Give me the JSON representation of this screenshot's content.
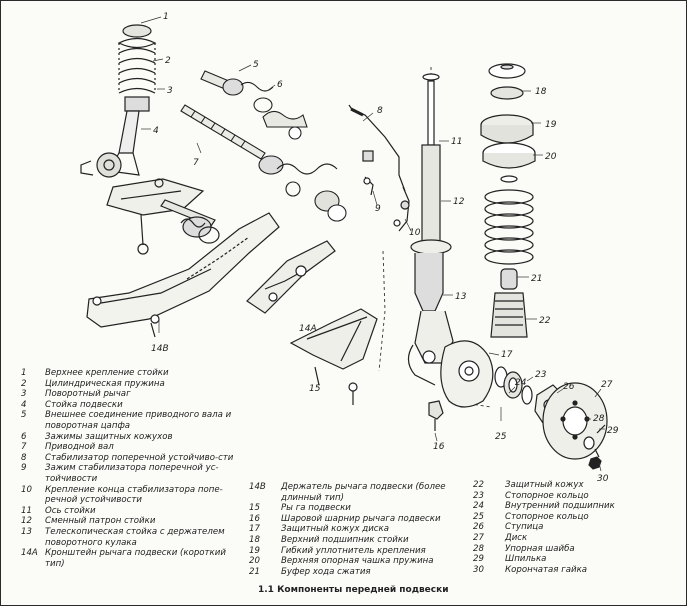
{
  "caption": "1.1 Компоненты передней подвески",
  "callouts": [
    "1",
    "2",
    "3",
    "4",
    "5",
    "6",
    "7",
    "8",
    "9",
    "10",
    "11",
    "12",
    "13",
    "14A",
    "14B",
    "15",
    "16",
    "17",
    "18",
    "19",
    "20",
    "21",
    "22",
    "23",
    "24",
    "25",
    "26",
    "27",
    "28",
    "29",
    "30"
  ],
  "legend": {
    "col1": [
      {
        "num": "1",
        "text": "Верхнее крепление стойки"
      },
      {
        "num": "2",
        "text": "Цилиндрическая пружина"
      },
      {
        "num": "3",
        "text": "Поворотный рычаг"
      },
      {
        "num": "4",
        "text": "Стойка подвески"
      },
      {
        "num": "5",
        "text": "Внешнее соединение приводного вала и поворотная цапфа"
      },
      {
        "num": "6",
        "text": "Зажимы защитных кожухов"
      },
      {
        "num": "7",
        "text": "Приводной вал"
      },
      {
        "num": "8",
        "text": "Стабилизатор поперечной устойчиво-сти"
      },
      {
        "num": "9",
        "text": "Зажим стабилизатора поперечной ус-тойчивости"
      },
      {
        "num": "10",
        "text": "Крепление конца стабилизатора попе-речной устойчивости"
      },
      {
        "num": "11",
        "text": "Ось стойки"
      },
      {
        "num": "12",
        "text": "Сменный патрон стойки"
      },
      {
        "num": "13",
        "text": "Телескопическая стойка с держателем поворотного кулака"
      },
      {
        "num": "14A",
        "text": "Кронштейн рычага подвески (короткий тип)"
      }
    ],
    "col2": [
      {
        "num": "14B",
        "text": "Держатель рычага подвески (более длинный тип)"
      },
      {
        "num": "15",
        "text": "Ры   га подвески"
      },
      {
        "num": "16",
        "text": "Шаровой шарнир рычага подвески"
      },
      {
        "num": "17",
        "text": "Защитный кожух диска"
      },
      {
        "num": "18",
        "text": "Верхний подшипник стойки"
      },
      {
        "num": "19",
        "text": "Гибкий уплотнитель крепления"
      },
      {
        "num": "20",
        "text": "Верхняя опорная чашка пружина"
      },
      {
        "num": "21",
        "text": "Буфер хода сжатия"
      }
    ],
    "col3": [
      {
        "num": "22",
        "text": "Защитный кожух"
      },
      {
        "num": "23",
        "text": "Стопорное кольцо"
      },
      {
        "num": "24",
        "text": "Внутренний подшипник"
      },
      {
        "num": "25",
        "text": "Стопорное кольцо"
      },
      {
        "num": "26",
        "text": "Ступица"
      },
      {
        "num": "27",
        "text": "Диск"
      },
      {
        "num": "28",
        "text": "Упорная шайба"
      },
      {
        "num": "29",
        "text": "Шпилька"
      },
      {
        "num": "30",
        "text": "Корончатая гайка"
      }
    ]
  },
  "colors": {
    "ink": "#222222",
    "paper": "#fbfbf8",
    "shade": "#d8d8d2"
  }
}
